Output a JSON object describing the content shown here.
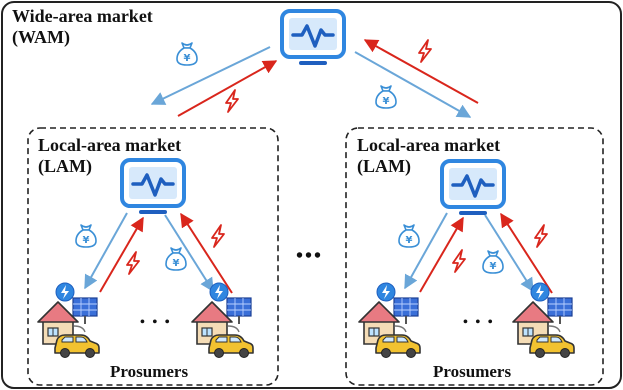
{
  "wam": {
    "title_line1": "Wide-area market",
    "title_line2": "(WAM)"
  },
  "lam_left": {
    "title_line1": "Local-area market",
    "title_line2": "(LAM)",
    "prosumers_label": "Prosumers"
  },
  "lam_right": {
    "title_line1": "Local-area market",
    "title_line2": "(LAM)",
    "prosumers_label": "Prosumers"
  },
  "ellipsis": {
    "between_markets": "•••",
    "between_houses": "• • •"
  },
  "icons": {
    "market": "monitor-pulse-icon",
    "money": "money-bag-yen-icon",
    "power": "lightning-bolt-icon",
    "house": "house-icon",
    "car": "electric-car-icon",
    "solar": "solar-panel-icon",
    "charge": "charging-plug-icon"
  },
  "colors": {
    "money_flow": "#6aa6d8",
    "power_flow": "#d9261c",
    "monitor_blue": "#2f86e0",
    "monitor_dark": "#1f5fbf",
    "house_roof": "#e87a82",
    "car_body": "#f2c230",
    "solar_blue": "#3a6fd8"
  }
}
